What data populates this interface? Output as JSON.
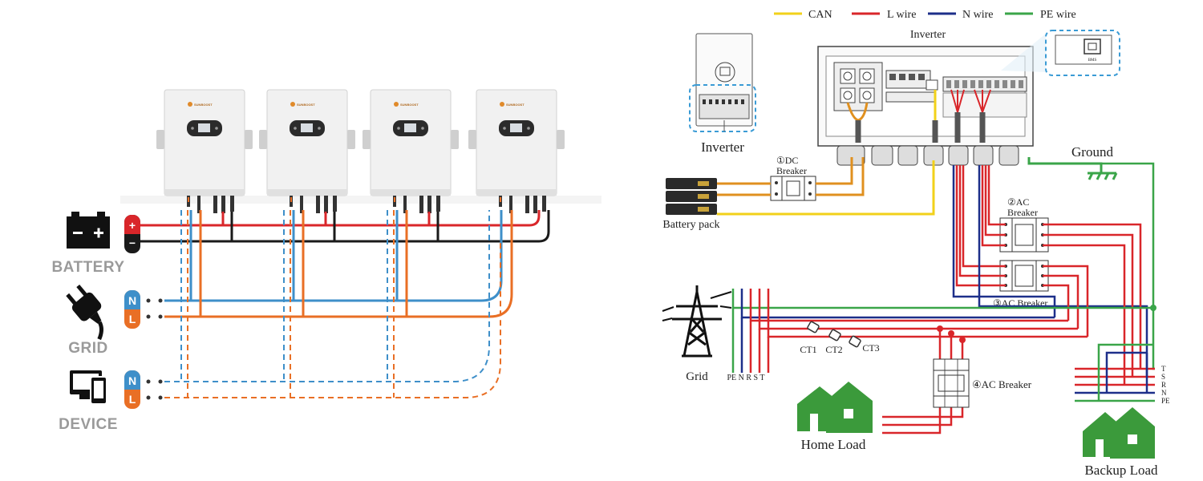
{
  "left_panel": {
    "brand": "SUNBOOST",
    "battery": {
      "label": "BATTERY",
      "pos": "+",
      "neg": "−"
    },
    "grid": {
      "label": "GRID",
      "n": "N",
      "l": "L"
    },
    "device": {
      "label": "DEVICE",
      "n": "N",
      "l": "L"
    },
    "colors": {
      "positive": "#d9262a",
      "negative": "#1a1a1a",
      "neutral": "#3e8fc9",
      "line": "#e96f25",
      "grey_label": "#9a9a9a"
    },
    "icons": [
      "battery-icon",
      "plug-icon",
      "device-icon"
    ]
  },
  "right_panel": {
    "legend": [
      {
        "label": "CAN",
        "color": "#f2d11a"
      },
      {
        "label": "L wire",
        "color": "#d9262a"
      },
      {
        "label": "N wire",
        "color": "#1d2f8a"
      },
      {
        "label": "PE wire",
        "color": "#3aa549"
      }
    ],
    "inverter_title": "Inverter",
    "inverter_thumb_label": "Inverter",
    "bms_label": "BMS",
    "dc_breaker": "①DC\nBreaker",
    "dc_breaker_line1": "①DC",
    "dc_breaker_line2": "Breaker",
    "battery_pack": "Battery pack",
    "ground": "Ground",
    "ac_breaker_2_line1": "②AC",
    "ac_breaker_2_line2": "Breaker",
    "ac_breaker_3": "③AC Breaker",
    "ac_breaker_4": "④AC Breaker",
    "grid": "Grid",
    "grid_terminals": "PE N R S T",
    "ct_labels": [
      "CT1",
      "CT2",
      "CT3"
    ],
    "home_load": "Home Load",
    "backup_load": "Backup Load",
    "backup_terminals": [
      "T",
      "S",
      "R",
      "N",
      "PE"
    ],
    "house_color": "#3b9a3b"
  }
}
